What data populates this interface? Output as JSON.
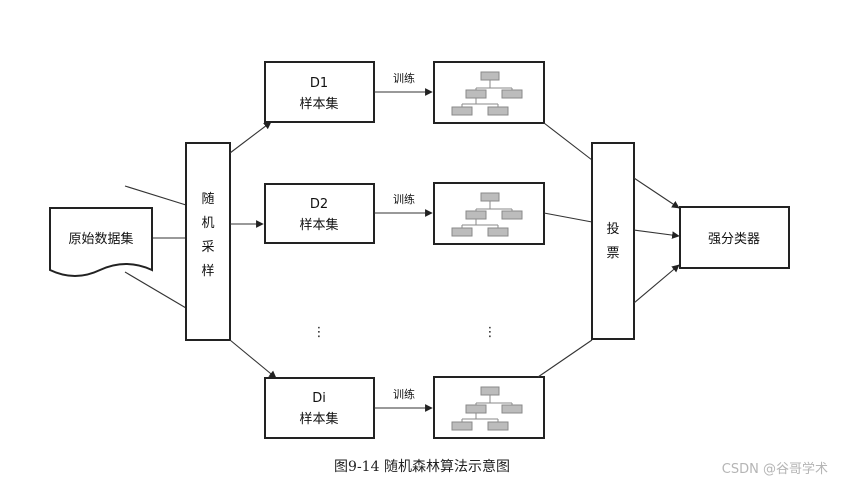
{
  "source": {
    "text": "原始数据集"
  },
  "sampler": {
    "chars": [
      "随",
      "机",
      "采",
      "样"
    ]
  },
  "samples": [
    {
      "name": "D1",
      "label": "样本集"
    },
    {
      "name": "D2",
      "label": "样本集"
    },
    {
      "name": "Di",
      "label": "样本集"
    }
  ],
  "train_label": "训练",
  "ellipsis": "⋮",
  "vote": {
    "chars": [
      "投",
      "票"
    ]
  },
  "output": {
    "text": "强分类器"
  },
  "caption": "图9-14  随机森林算法示意图",
  "watermark": "CSDN @谷哥学术"
}
